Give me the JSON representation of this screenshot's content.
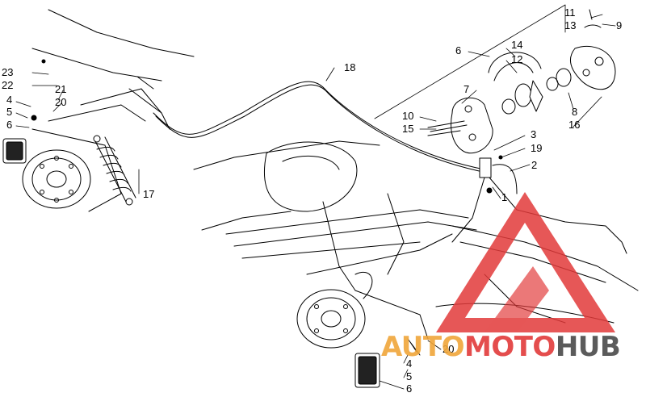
{
  "callouts": [
    {
      "id": "c11a",
      "text": "11"
    },
    {
      "id": "c13a",
      "text": "13"
    },
    {
      "id": "c9",
      "text": "9"
    },
    {
      "id": "c6top",
      "text": "6"
    },
    {
      "id": "c14",
      "text": "14"
    },
    {
      "id": "c12",
      "text": "12"
    },
    {
      "id": "c18",
      "text": "18"
    },
    {
      "id": "c23",
      "text": "23"
    },
    {
      "id": "c22",
      "text": "22"
    },
    {
      "id": "c21",
      "text": "21"
    },
    {
      "id": "c20a",
      "text": "20"
    },
    {
      "id": "c4a",
      "text": "4"
    },
    {
      "id": "c5a",
      "text": "5"
    },
    {
      "id": "c6a",
      "text": "6"
    },
    {
      "id": "c7",
      "text": "7"
    },
    {
      "id": "c10",
      "text": "10"
    },
    {
      "id": "c15",
      "text": "15"
    },
    {
      "id": "c8",
      "text": "8"
    },
    {
      "id": "c16",
      "text": "16"
    },
    {
      "id": "c3",
      "text": "3"
    },
    {
      "id": "c19",
      "text": "19"
    },
    {
      "id": "c2",
      "text": "2"
    },
    {
      "id": "c1",
      "text": "1"
    },
    {
      "id": "c17",
      "text": "17"
    },
    {
      "id": "c20b",
      "text": "20"
    },
    {
      "id": "c4b",
      "text": "4"
    },
    {
      "id": "c5b",
      "text": "5"
    },
    {
      "id": "c6b",
      "text": "6"
    }
  ],
  "watermark": {
    "part1": "AUTO",
    "part2": "MOTO",
    "part3": "HUB",
    "colors": {
      "triangle": "#e23a3a",
      "auto": "#f0a63a",
      "moto": "#e23a3a",
      "hub": "#4a4a4a"
    }
  }
}
